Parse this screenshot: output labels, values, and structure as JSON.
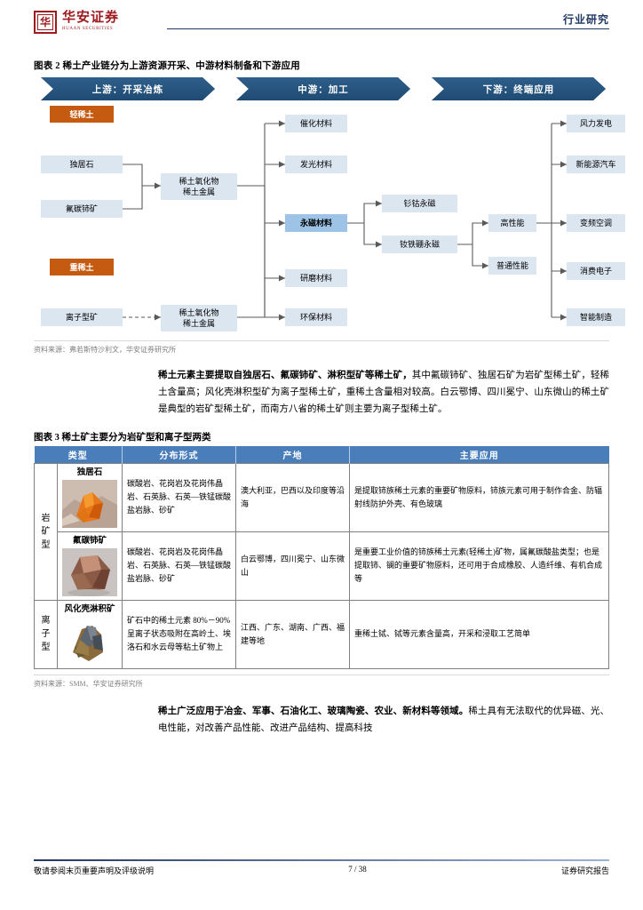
{
  "header": {
    "logo_cn": "华安证券",
    "logo_en": "HUAAN SECURITIES",
    "seal_glyph": "华",
    "right_label": "行业研究"
  },
  "figure2": {
    "title": "图表 2 稀土产业链分为上游资源开采、中游材料制备和下游应用",
    "banners": [
      {
        "label": "上游：开采冶炼"
      },
      {
        "label": "中游：加工"
      },
      {
        "label": "下游：终端应用"
      }
    ],
    "nodes": {
      "light_re": "轻稀土",
      "heavy_re": "重稀土",
      "monazite": "独居石",
      "bastnaesite": "氟碳铈矿",
      "ion_ore": "离子型矿",
      "oxide_metal_1_l1": "稀土氧化物",
      "oxide_metal_1_l2": "稀土金属",
      "oxide_metal_2_l1": "稀土氧化物",
      "oxide_metal_2_l2": "稀土金属",
      "catalytic": "催化材料",
      "luminescent": "发光材料",
      "permanent_magnet": "永磁材料",
      "abrasive": "研磨材料",
      "environmental": "环保材料",
      "smco": "钐钴永磁",
      "ndfeb": "钕铁硼永磁",
      "high_perf": "高性能",
      "normal_perf": "普通性能",
      "wind_power": "风力发电",
      "nev": "新能源汽车",
      "inverter_ac": "变频空调",
      "consumer_electronics": "消费电子",
      "smart_manufacturing": "智能制造"
    },
    "source": "资料来源：弗若斯特沙利文，华安证券研究所"
  },
  "paragraph1": {
    "bold": "稀土元素主要提取自独居石、氟碳铈矿、淋积型矿等稀土矿，",
    "rest": "其中氟碳铈矿、独居石矿为岩矿型稀土矿，轻稀土含量高；风化壳淋积型矿为离子型稀土矿，重稀土含量相对较高。白云鄂博、四川冕宁、山东微山的稀土矿是典型的岩矿型稀土矿，而南方八省的稀土矿则主要为离子型稀土矿。"
  },
  "figure3": {
    "title": "图表 3 稀土矿主要分为岩矿型和离子型两类",
    "columns": [
      "类型",
      "分布形式",
      "产地",
      "主要应用"
    ],
    "rows": [
      {
        "type": "岩矿型",
        "type_rowspan": 2,
        "mineral": "独居石",
        "mineral_icon": "monazite-specimen",
        "distribution": "碳酸岩、花岗岩及花岗伟晶岩、石英脉、石英—铁锰碳酸盐岩脉、砂矿",
        "origin": "澳大利亚，巴西以及印度等沿海",
        "application": "是提取铈族稀土元素的重要矿物原料，铈族元素可用于制作合金、防辐射线防护外壳、有色玻璃"
      },
      {
        "type": "",
        "type_rowspan": 0,
        "mineral": "氟碳铈矿",
        "mineral_icon": "bastnaesite-specimen",
        "distribution": "碳酸岩、花岗岩及花岗伟晶岩、石英脉、石英—铁锰碳酸盐岩脉、砂矿",
        "origin": "白云鄂博，四川冕宁、山东微山",
        "application": "是重要工业价值的铈族稀土元素(轻稀土)矿物，属氟碳酸盐类型；也是提取铈、镧的重要矿物原料，还可用于合成橡胶、人造纤维、有机合成等"
      },
      {
        "type": "离子型",
        "type_rowspan": 1,
        "mineral": "风化壳淋积矿",
        "mineral_icon": "weathered-crust-specimen",
        "distribution": "矿石中的稀土元素 80%－90%呈离子状态吸附在高岭土、埃洛石和水云母等粘土矿物上",
        "origin": "江西、广东、湖南、广西、福建等地",
        "application": "重稀土铽、铽等元素含量高，开采和浸取工艺简单"
      }
    ],
    "source": "资料来源：SMM、华安证券研究所"
  },
  "paragraph2": {
    "bold": "稀土广泛应用于冶金、军事、石油化工、玻璃陶瓷、农业、新材料等领域。",
    "rest": "稀土具有无法取代的优异磁、光、电性能，对改善产品性能、改进产品结构、提高科技"
  },
  "footer": {
    "left": "敬请参阅末页重要声明及评级说明",
    "center": "7 / 38",
    "right": "证券研究报告"
  },
  "colors": {
    "navy": "#1f3864",
    "chevron": "#23527c",
    "orange": "#c55a11",
    "node_blue": "#dce6f1",
    "accent_blue": "#9dc3e6",
    "table_header": "#4a7ebb",
    "seal_red": "#9e1b20"
  }
}
